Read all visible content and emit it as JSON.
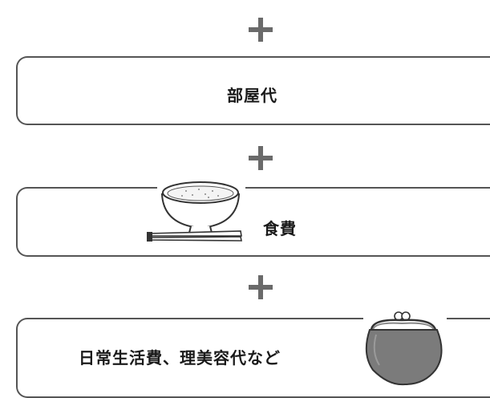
{
  "operator_symbol": "+",
  "items": [
    {
      "label": "部屋代",
      "icon": "room-icon"
    },
    {
      "label": "食費",
      "icon": "rice-bowl-chopsticks-icon"
    },
    {
      "label": "日常生活費、理美容代など",
      "icon": "coin-purse-icon"
    }
  ],
  "colors": {
    "outline": "#555555",
    "plus": "#6a6a6a",
    "text": "#1a1a1a",
    "purse": "#7b7b7b"
  }
}
